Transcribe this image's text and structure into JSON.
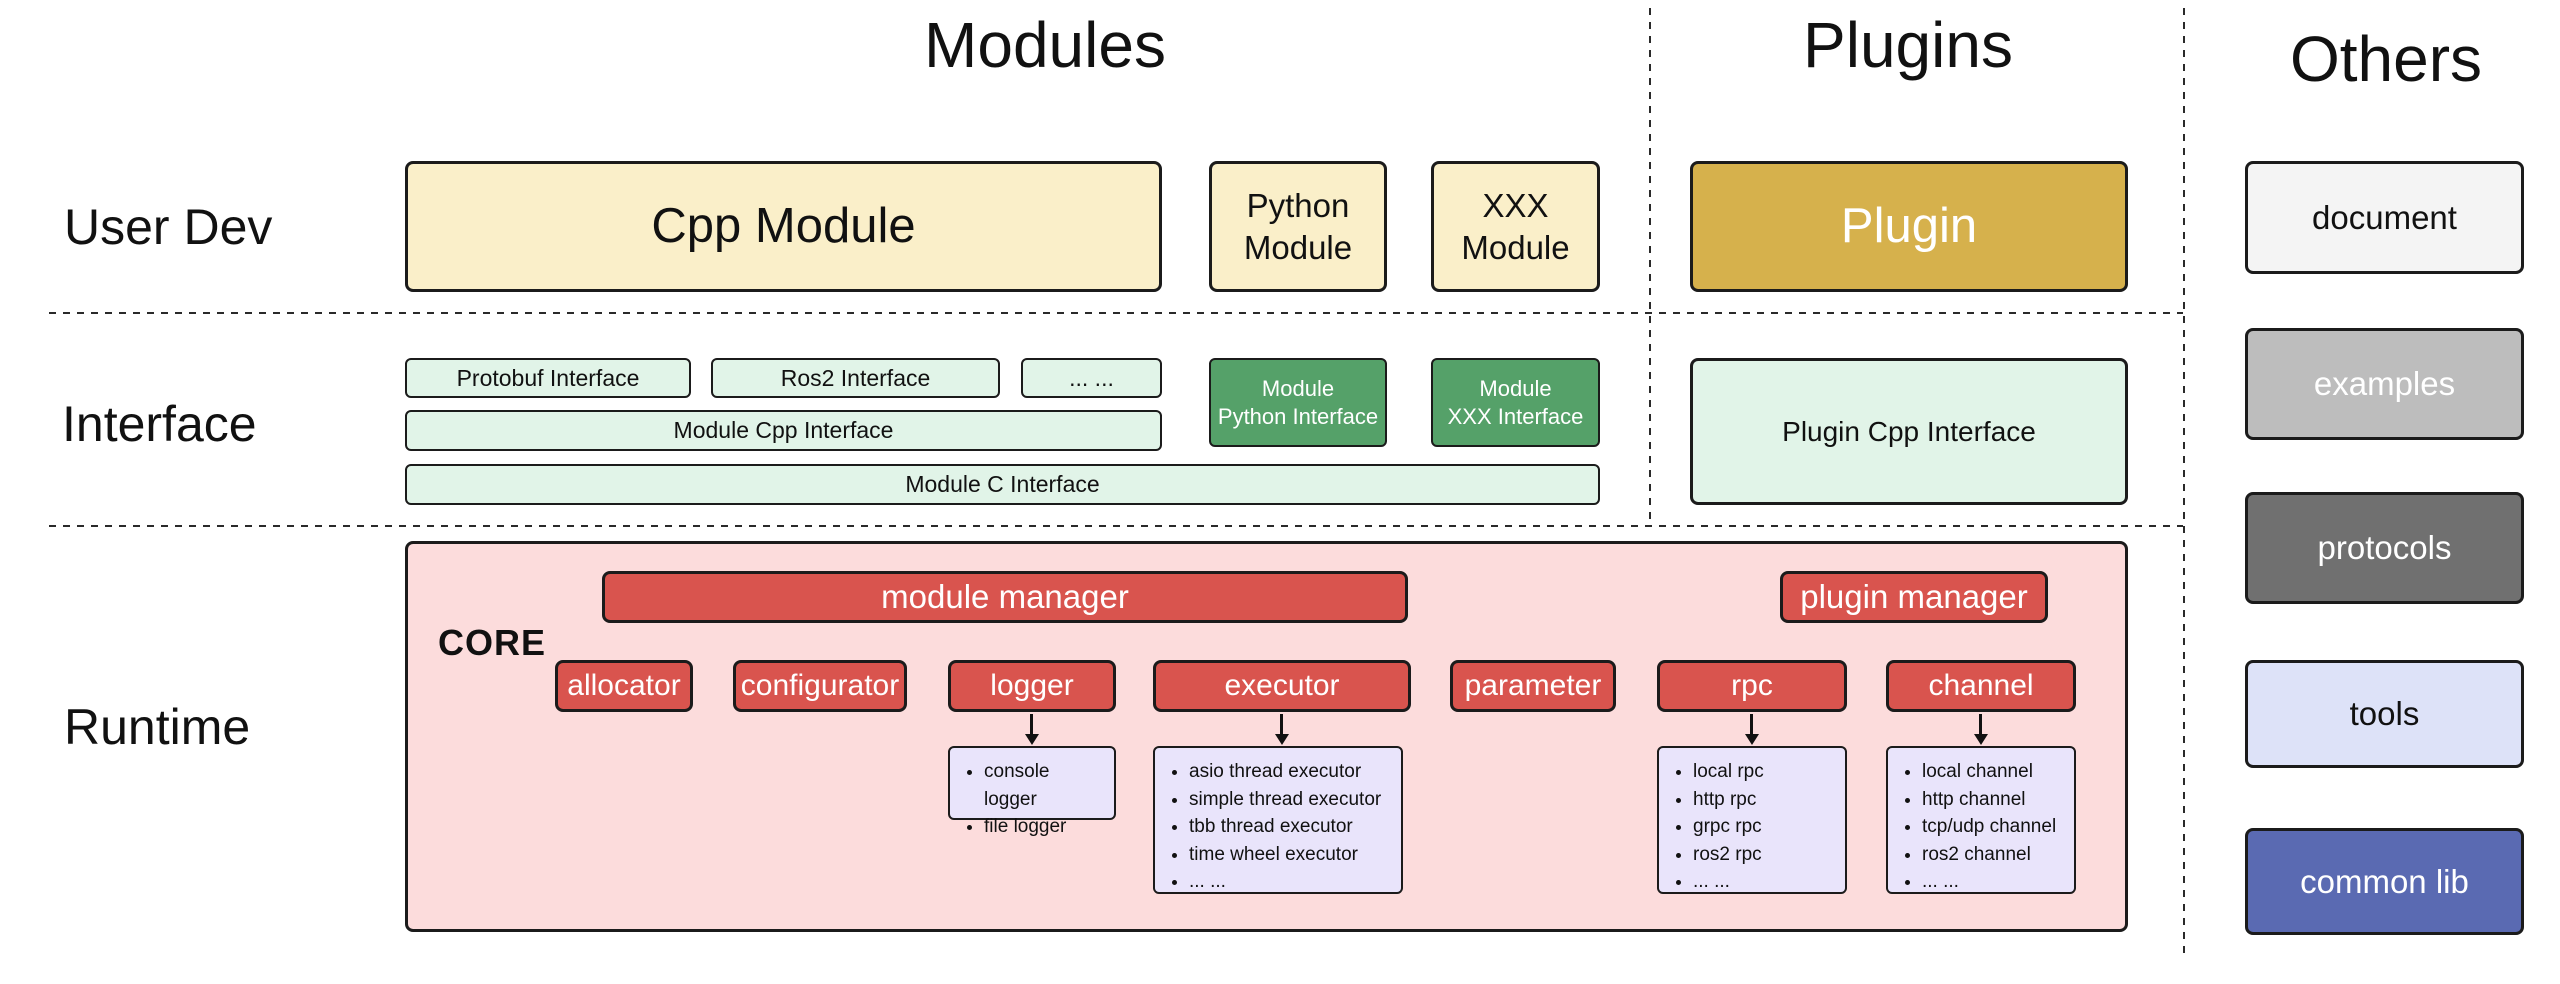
{
  "headers": {
    "modules": "Modules",
    "plugins": "Plugins",
    "others": "Others"
  },
  "row_labels": {
    "user_dev": "User Dev",
    "interface": "Interface",
    "runtime": "Runtime"
  },
  "user_dev": {
    "cpp_module": "Cpp Module",
    "python_module": "Python Module",
    "xxx_module": "XXX Module",
    "plugin": "Plugin"
  },
  "interface": {
    "protobuf_interface": "Protobuf Interface",
    "ros2_interface": "Ros2 Interface",
    "ellipsis": "... ...",
    "module_python_interface": [
      "Module",
      "Python Interface"
    ],
    "module_xxx_interface": [
      "Module",
      "XXX Interface"
    ],
    "module_cpp_interface": "Module Cpp Interface",
    "module_c_interface": "Module C Interface",
    "plugin_cpp_interface": "Plugin Cpp Interface"
  },
  "runtime": {
    "core_label": "CORE",
    "module_manager": "module manager",
    "plugin_manager": "plugin manager",
    "components": [
      "allocator",
      "configurator",
      "logger",
      "executor",
      "parameter",
      "rpc",
      "channel"
    ],
    "logger_items": [
      "console logger",
      "file logger"
    ],
    "executor_items": [
      "asio thread executor",
      "simple thread executor",
      "tbb thread executor",
      "time wheel executor",
      "... ..."
    ],
    "rpc_items": [
      "local rpc",
      "http rpc",
      "grpc rpc",
      "ros2 rpc",
      "... ..."
    ],
    "channel_items": [
      "local channel",
      "http channel",
      "tcp/udp channel",
      "ros2 channel",
      "... ..."
    ]
  },
  "others": {
    "document": "document",
    "examples": "examples",
    "protocols": "protocols",
    "tools": "tools",
    "common_lib": "common lib"
  },
  "colors": {
    "cream": "#faefc9",
    "gold": "#d6b14c",
    "light_green": "#e1f4e8",
    "dark_green": "#55a169",
    "core_pink": "#fcdcdc",
    "component_red": "#d9544e",
    "list_lavender": "#e9e4fb",
    "document_gray": "#f4f4f4",
    "examples_gray": "#bdbdbd",
    "protocols_gray": "#707070",
    "tools_periwinkle": "#dde2f8",
    "common_lib_indigo": "#5a6ab2",
    "border": "#1b1b1b"
  }
}
